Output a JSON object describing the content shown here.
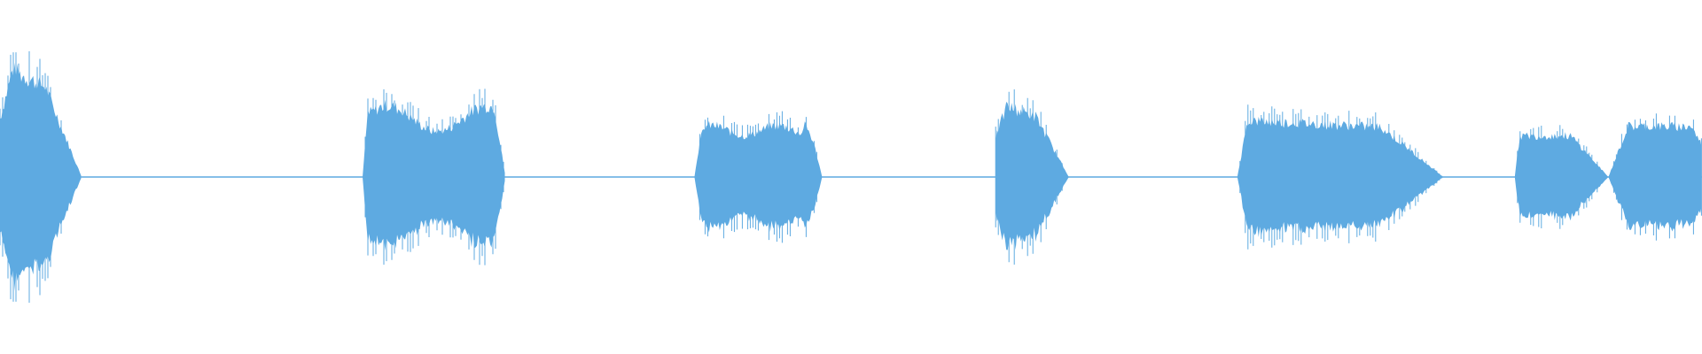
{
  "waveform": {
    "color": "#5eaae1",
    "background": "#ffffff",
    "duration_fraction_segments": [
      {
        "start": 0.0,
        "end": 0.048,
        "peak": 0.66,
        "shape": "attack-decay"
      },
      {
        "start": 0.213,
        "end": 0.297,
        "peak": 0.44,
        "shape": "sustain"
      },
      {
        "start": 0.408,
        "end": 0.483,
        "peak": 0.32,
        "shape": "rounded"
      },
      {
        "start": 0.585,
        "end": 0.628,
        "peak": 0.44,
        "shape": "attack-decay"
      },
      {
        "start": 0.727,
        "end": 0.848,
        "peak": 0.35,
        "shape": "long-decay"
      },
      {
        "start": 0.89,
        "end": 0.945,
        "peak": 0.3,
        "shape": "pinch"
      },
      {
        "start": 0.945,
        "end": 1.0,
        "peak": 0.33,
        "shape": "pinch-rise"
      }
    ]
  }
}
